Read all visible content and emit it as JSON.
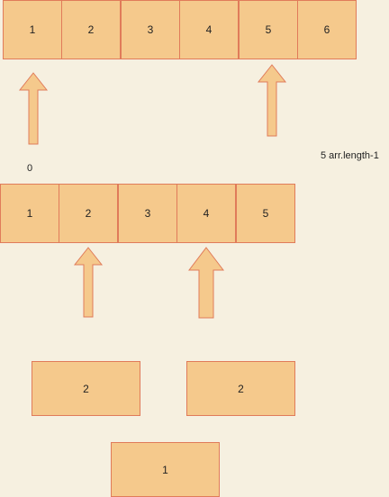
{
  "array_top": {
    "cells": [
      "1",
      "2",
      "3",
      "4",
      "5",
      "6"
    ]
  },
  "labels": {
    "start_index": "0",
    "end_index": "5 arr.length-1"
  },
  "array_bottom": {
    "cells": [
      "1",
      "2",
      "3",
      "4",
      "5"
    ]
  },
  "split_boxes": {
    "left": "2",
    "right": "2"
  },
  "result_box": {
    "value": "1"
  },
  "colors": {
    "fill": "#f5c98c",
    "stroke": "#e07b5a",
    "background": "#f6f0e0"
  }
}
